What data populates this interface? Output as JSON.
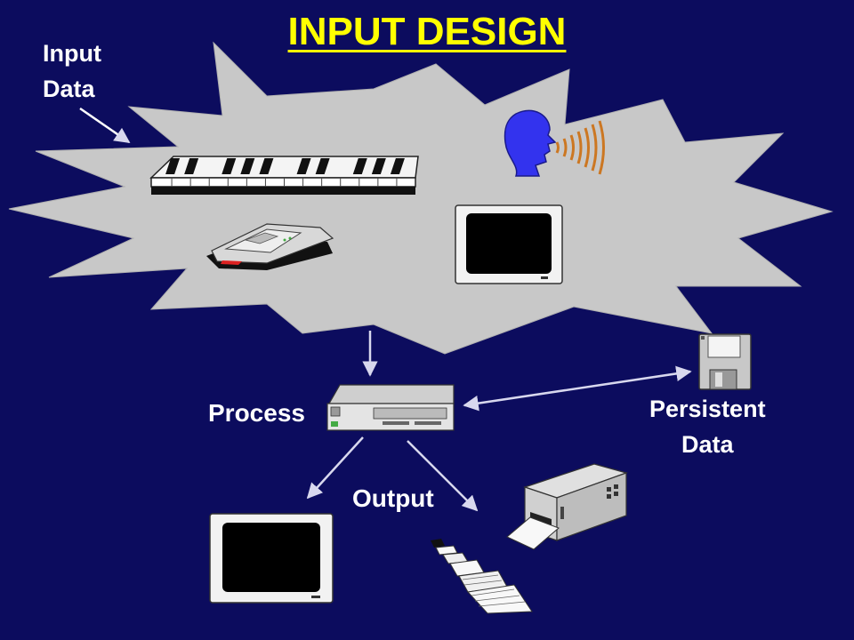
{
  "title": "INPUT DESIGN",
  "labels": {
    "input_line1": "Input",
    "input_line2": "Data",
    "process": "Process",
    "persistent_line1": "Persistent",
    "persistent_line2": "Data",
    "output": "Output"
  },
  "colors": {
    "background": "#0c0c5e",
    "title": "#ffff00",
    "labels": "#ffffff",
    "starburst": "#c8c8c8",
    "arrows": "#d8d8ee",
    "head": "#3333ee",
    "sound_waves": "#cc7722"
  },
  "icons": {
    "input_devices": [
      "keyboard-icon",
      "voice-input-icon",
      "scanner-icon",
      "monitor-icon"
    ],
    "process": "computer-unit-icon",
    "storage": "floppy-disk-icon",
    "outputs": [
      "monitor-icon",
      "printer-icon",
      "paper-report-icon"
    ]
  }
}
